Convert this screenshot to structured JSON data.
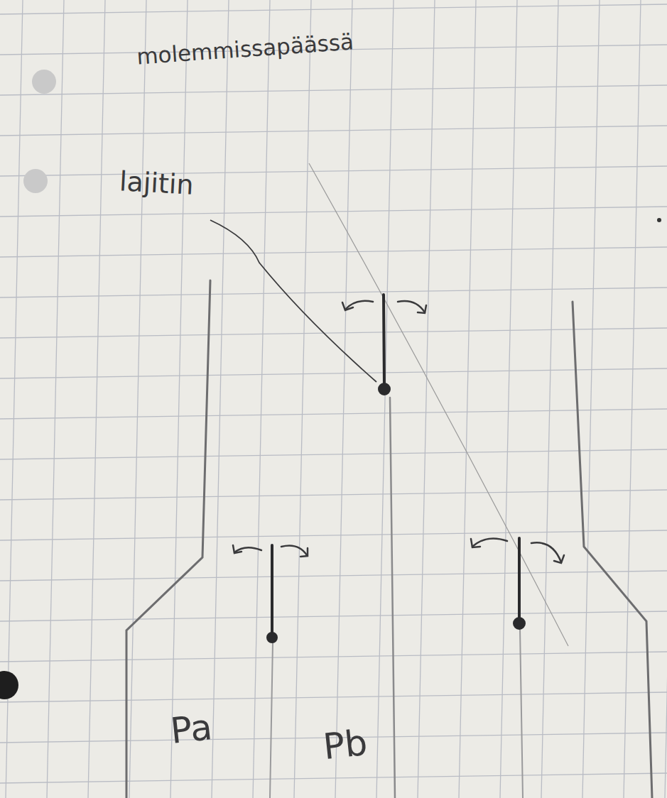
{
  "diagram": {
    "labels": [
      "molemmissapäässä",
      "lajitin",
      "Pa",
      "Pb"
    ]
  }
}
